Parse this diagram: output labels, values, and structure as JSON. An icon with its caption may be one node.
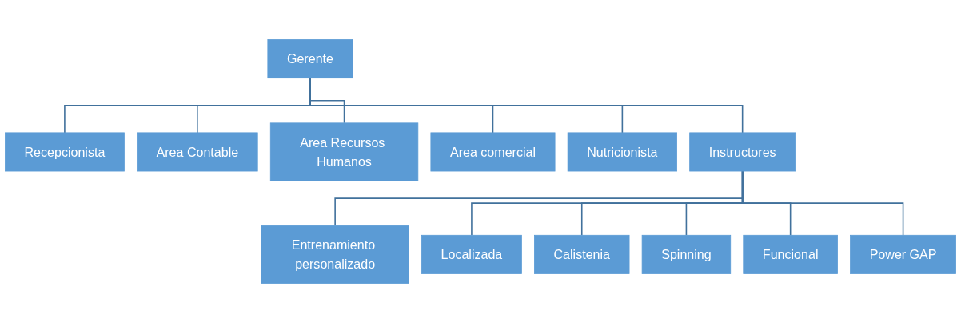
{
  "diagram": {
    "nodes": [
      {
        "text": [
          "Gerente"
        ]
      },
      {
        "text": [
          "Recepcionista"
        ]
      },
      {
        "text": [
          "Area Contable"
        ]
      },
      {
        "text": [
          "Area Recursos Humanos"
        ]
      },
      {
        "text": [
          "Area comercial"
        ]
      },
      {
        "text": [
          "Nutricionista"
        ]
      },
      {
        "text": [
          "Instructores"
        ]
      },
      {
        "text": [
          "Entrenamiento personalizado"
        ]
      },
      {
        "text": [
          "Localizada"
        ]
      },
      {
        "text": [
          "Calistenia"
        ]
      },
      {
        "text": [
          "Spinning"
        ]
      },
      {
        "text": [
          "Funcional"
        ]
      },
      {
        "text": [
          "Power GAP"
        ]
      }
    ],
    "edges": [
      {
        "from": 0,
        "to": 1,
        "arrow": "none"
      },
      {
        "from": 0,
        "to": 2,
        "arrow": "none"
      },
      {
        "from": 0,
        "to": 3,
        "arrow": "none"
      },
      {
        "from": 0,
        "to": 4,
        "arrow": "none"
      },
      {
        "from": 0,
        "to": 5,
        "arrow": "none"
      },
      {
        "from": 0,
        "to": 6,
        "arrow": "none"
      },
      {
        "from": 6,
        "to": 7,
        "arrow": "none"
      },
      {
        "from": 6,
        "to": 8,
        "arrow": "none"
      },
      {
        "from": 6,
        "to": 9,
        "arrow": "none"
      },
      {
        "from": 6,
        "to": 10,
        "arrow": "none"
      },
      {
        "from": 6,
        "to": 11,
        "arrow": "none"
      },
      {
        "from": 6,
        "to": 12,
        "arrow": "none"
      }
    ]
  }
}
